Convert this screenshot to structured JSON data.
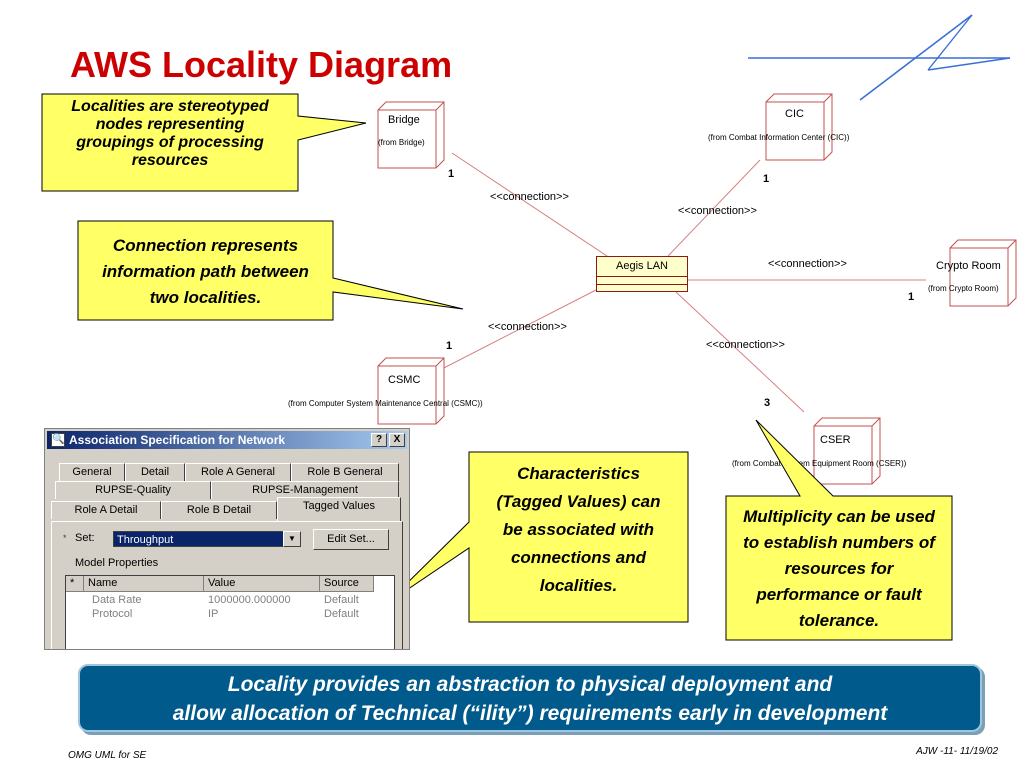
{
  "title": "AWS Locality Diagram",
  "callouts": {
    "localities": [
      "Localities are stereotyped",
      "nodes representing",
      "groupings of processing",
      "resources"
    ],
    "connection": [
      "Connection represents",
      "information path between",
      "two localities."
    ],
    "characteristics": [
      "Characteristics",
      "(Tagged Values) can",
      "be associated with",
      "connections and",
      "localities."
    ],
    "multiplicity": [
      "Multiplicity can be used",
      "to establish numbers of",
      "resources for",
      "performance or fault",
      "tolerance."
    ]
  },
  "diagram": {
    "nodes": {
      "bridge": {
        "name": "Bridge",
        "from": "(from Bridge)"
      },
      "cic": {
        "name": "CIC",
        "from": "(from Combat Information Center (CIC))"
      },
      "crypto": {
        "name": "Crypto Room",
        "from": "(from Crypto Room)"
      },
      "csmc": {
        "name": "CSMC",
        "from": "(from Computer System Maintenance Central (CSMC))"
      },
      "cser": {
        "name": "CSER",
        "from": "(from Combat System Equipment Room (CSER))"
      }
    },
    "hub": {
      "name": "Aegis LAN"
    },
    "connection_label": "<<connection>>",
    "multiplicities": {
      "bridge": "1",
      "cic": "1",
      "crypto": "1",
      "csmc": "1",
      "cser": "3"
    }
  },
  "dialog": {
    "title": "Association Specification for Network",
    "help_button": "?",
    "close_button": "X",
    "tabs_row1": [
      "General",
      "Detail",
      "Role A General",
      "Role B General"
    ],
    "tabs_row2": [
      "RUPSE-Quality",
      "RUPSE-Management"
    ],
    "tabs_row3": [
      "Role A Detail",
      "Role B Detail",
      "Tagged Values"
    ],
    "set_label": "Set:",
    "set_value": "Throughput",
    "edit_set_button": "Edit Set...",
    "model_properties_label": "Model Properties",
    "grid": {
      "headers": [
        "*",
        "Name",
        "Value",
        "Source"
      ],
      "rows": [
        {
          "name": "Data Rate",
          "value": "1000000.000000",
          "source": "Default"
        },
        {
          "name": "Protocol",
          "value": "IP",
          "source": "Default"
        }
      ]
    }
  },
  "banner": {
    "line1": "Locality provides an abstraction to physical deployment and",
    "line2": "allow allocation of Technical  (“ility”) requirements early in development"
  },
  "footer": {
    "left": "OMG UML for SE",
    "right": "AJW -11- 11/19/02"
  },
  "colors": {
    "title": "#cc0000",
    "callout_fill": "#ffff66",
    "node_stroke": "#c0504d",
    "banner": "#005a8c"
  }
}
